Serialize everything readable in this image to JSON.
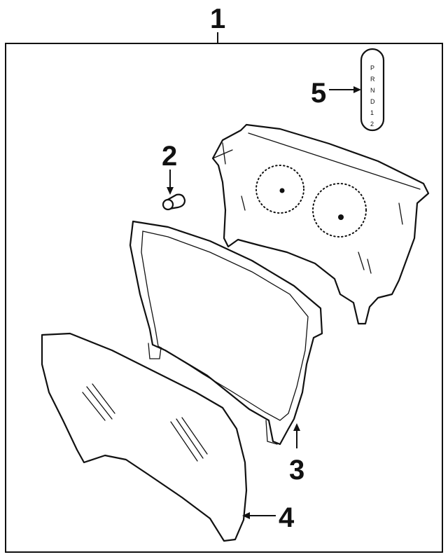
{
  "callouts": [
    {
      "id": "1",
      "label": "1"
    },
    {
      "id": "2",
      "label": "2"
    },
    {
      "id": "3",
      "label": "3"
    },
    {
      "id": "4",
      "label": "4"
    },
    {
      "id": "5",
      "label": "5"
    }
  ],
  "gear_selector": [
    "P",
    "R",
    "N",
    "D",
    "1",
    "2"
  ],
  "colors": {
    "line": "#111111",
    "background": "#ffffff"
  }
}
